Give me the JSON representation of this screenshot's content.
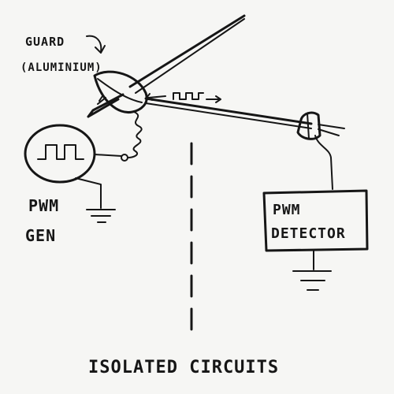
{
  "labels": {
    "guard_line1": "GUARD",
    "guard_line2": "(ALUMINIUM)",
    "pwm_gen_line1": "PWM",
    "pwm_gen_line2": "GEN",
    "pwm_detector_line1": "PWM",
    "pwm_detector_line2": "DETECTOR",
    "caption": "ISOLATED CIRCUITS"
  },
  "colors": {
    "paper": "#f6f6f4",
    "ink": "#161616"
  },
  "icons": {
    "signal": "square-wave-icon",
    "direction": "double-arrow-icon",
    "ground": "ground-icon"
  }
}
